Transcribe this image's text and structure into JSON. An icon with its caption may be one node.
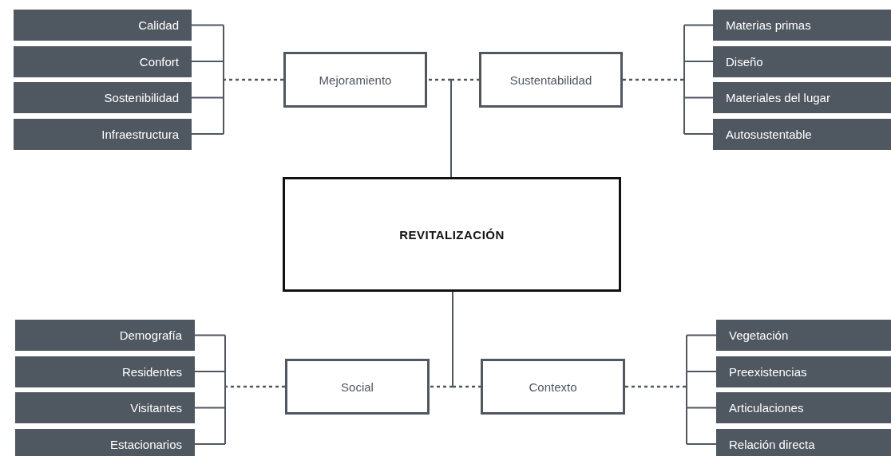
{
  "diagram": {
    "nodes": [
      {
        "text": [
          "REVITALIZACIÓN"
        ]
      },
      {
        "text": [
          "Mejoramiento"
        ]
      },
      {
        "text": [
          "Calidad"
        ]
      },
      {
        "text": [
          "Confort"
        ]
      },
      {
        "text": [
          "Sostenibilidad"
        ]
      },
      {
        "text": [
          "Infraestructura"
        ]
      },
      {
        "text": [
          "Sustentabilidad"
        ]
      },
      {
        "text": [
          "Materias primas"
        ]
      },
      {
        "text": [
          "Diseño"
        ]
      },
      {
        "text": [
          "Materiales del lugar"
        ]
      },
      {
        "text": [
          "Autosustentable"
        ]
      },
      {
        "text": [
          "Social"
        ]
      },
      {
        "text": [
          "Demografía"
        ]
      },
      {
        "text": [
          "Residentes"
        ]
      },
      {
        "text": [
          "Visitantes"
        ]
      },
      {
        "text": [
          "Estacionarios"
        ]
      },
      {
        "text": [
          "Contexto"
        ]
      },
      {
        "text": [
          "Vegetación"
        ]
      },
      {
        "text": [
          "Preexistencias"
        ]
      },
      {
        "text": [
          "Articulaciones"
        ]
      },
      {
        "text": [
          "Relación directa"
        ]
      }
    ],
    "edges": [
      {
        "from": 0,
        "to": 1,
        "arrow": "none"
      },
      {
        "from": 0,
        "to": 6,
        "arrow": "none"
      },
      {
        "from": 0,
        "to": 11,
        "arrow": "none"
      },
      {
        "from": 0,
        "to": 16,
        "arrow": "none"
      },
      {
        "from": 1,
        "to": 2,
        "arrow": "none"
      },
      {
        "from": 1,
        "to": 3,
        "arrow": "none"
      },
      {
        "from": 1,
        "to": 4,
        "arrow": "none"
      },
      {
        "from": 1,
        "to": 5,
        "arrow": "none"
      },
      {
        "from": 6,
        "to": 7,
        "arrow": "none"
      },
      {
        "from": 6,
        "to": 8,
        "arrow": "none"
      },
      {
        "from": 6,
        "to": 9,
        "arrow": "none"
      },
      {
        "from": 6,
        "to": 10,
        "arrow": "none"
      },
      {
        "from": 11,
        "to": 12,
        "arrow": "none"
      },
      {
        "from": 11,
        "to": 13,
        "arrow": "none"
      },
      {
        "from": 11,
        "to": 14,
        "arrow": "none"
      },
      {
        "from": 11,
        "to": 15,
        "arrow": "none"
      },
      {
        "from": 16,
        "to": 17,
        "arrow": "none"
      },
      {
        "from": 16,
        "to": 18,
        "arrow": "none"
      },
      {
        "from": 16,
        "to": 19,
        "arrow": "none"
      },
      {
        "from": 16,
        "to": 20,
        "arrow": "none"
      }
    ]
  }
}
